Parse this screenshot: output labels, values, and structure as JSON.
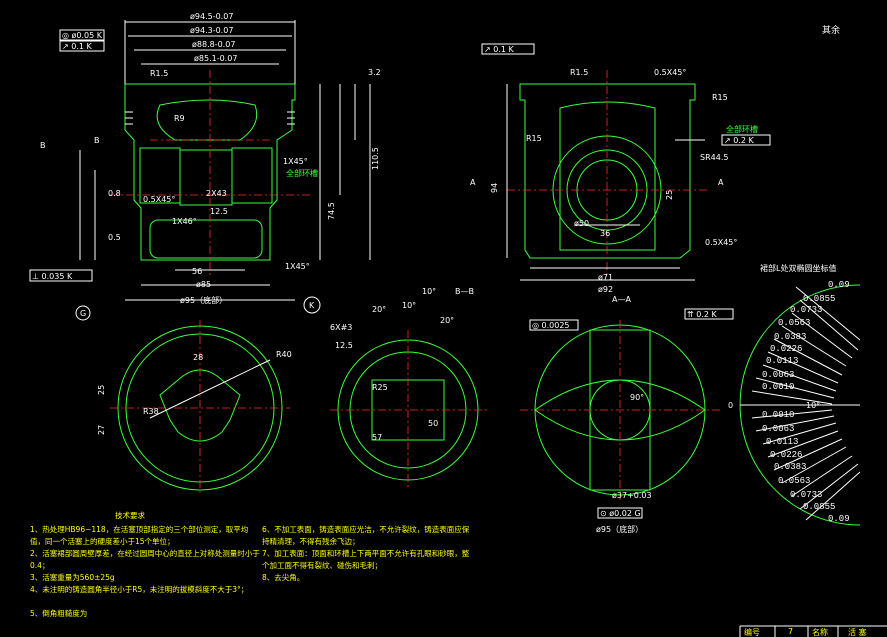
{
  "header": {
    "roughness_note": "其余"
  },
  "ellipse_table": {
    "title": "裙部L处双椭圆坐标值",
    "values": [
      "0.09",
      "0.0855",
      "0.0733",
      "0.0563",
      "0.0383",
      "0.0226",
      "0.0113",
      "0.0063",
      "0.0010",
      "0.0010",
      "0.0063",
      "0.0113",
      "0.0226",
      "0.0383",
      "0.0563",
      "0.0733",
      "0.0855",
      "0.09"
    ]
  },
  "requirements": {
    "title": "技术要求",
    "items": [
      "1、热处理HB96~118，在活塞顶部指定的三个部位测定，取平均值，同一个活塞上的硬度差小于15个单位；",
      "2、活塞裙部圆周壁厚差，在经过圆周中心的直径上对称处测量时小于0.4；",
      "3、活塞重量为560±25g",
      "4、未注明的铸造圆角半径小于R5，未注明的拔模斜度不大于3°；",
      "5、倒角粗糙度为",
      "6、不加工表面，铸造表面应光洁，不允许裂纹，铸造表面应保持精清理，不得有残余飞边；",
      "7、加工表面：顶面和环槽上下两平面不允许有孔眼和砂眼，整个加工面不得有裂纹、碰伤和毛刺；",
      "8、去尖角。"
    ]
  },
  "title_block": {
    "number_label": "编号",
    "number_value": "7",
    "name_label": "名称",
    "name_value": "活 塞"
  }
}
